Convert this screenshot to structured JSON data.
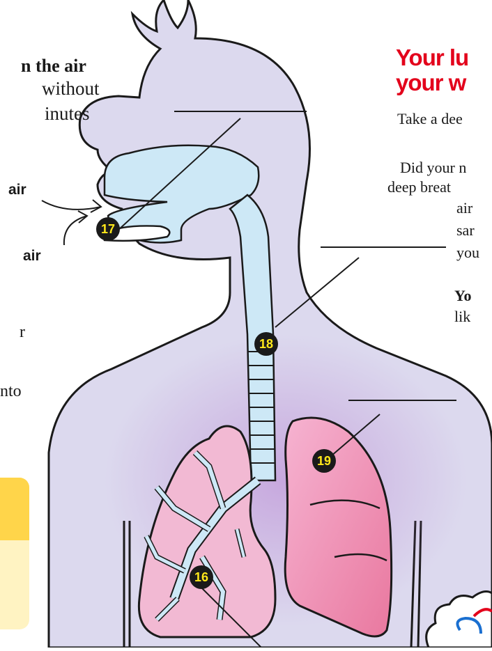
{
  "intro": {
    "line1": "n the air",
    "line2": "without",
    "line3": "inutes",
    "frag_r": "r",
    "frag_nto": "nto"
  },
  "labels": {
    "air_nose": "air",
    "air_mouth": "air"
  },
  "markers": {
    "m16": "16",
    "m17": "17",
    "m18": "18",
    "m19": "19"
  },
  "heading": {
    "line1": "Your lu",
    "line2": "your w"
  },
  "body": {
    "p1": "Take a dee",
    "p2_l1": "Did your n",
    "p2_l2": "deep breat",
    "p2_l3": "air",
    "p2_l4": "sar",
    "p2_l5": "you",
    "p3_l1": "Yo",
    "p3_l2": "lik"
  },
  "colors": {
    "body_silhouette": "#dcd9ee",
    "airway": "#cde8f6",
    "lung_pink": "#ee8fb8",
    "heading_red": "#e3001b",
    "marker_text": "#ffe81a"
  }
}
